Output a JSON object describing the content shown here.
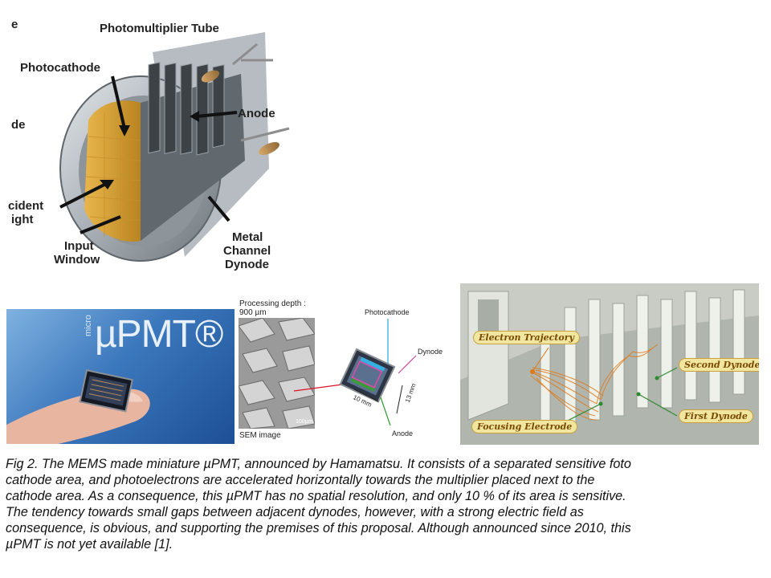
{
  "pmt": {
    "title": "Photomultiplier Tube",
    "photocathode": "Photocathode",
    "anode": "Anode",
    "incident_light": [
      "cident",
      "ight"
    ],
    "input_window": [
      "Input",
      "Window"
    ],
    "metal_channel_dynode": [
      "Metal",
      "Channel",
      "Dynode"
    ],
    "cut_left": [
      "e",
      "de"
    ]
  },
  "upmt_photo": {
    "prefix": "micro",
    "logo": "µPMT®"
  },
  "sem": {
    "depth_label": [
      "Processing depth :",
      "900 µm"
    ],
    "sem_image": "SEM image",
    "scale_bar": "100µm",
    "photocathode": "Photocathode",
    "dynode": "Dynode",
    "anode": "Anode",
    "dim_x": "10 mm",
    "dim_y": "13 mm"
  },
  "trajectory": {
    "electron_trajectory": "Electron Trajectory",
    "second_dynode": "Second Dynode",
    "focusing_electrode": "Focusing Electrode",
    "first_dynode": "First Dynode"
  },
  "caption": {
    "lines": [
      "Fig 2. The MEMS made miniature µPMT, announced by Hamamatsu. It consists of a separated sensitive foto",
      "cathode area, and photoelectrons are accelerated horizontally towards the multiplier placed next to the",
      "cathode area. As a consequence, this µPMT has no spatial resolution, and only 10 % of its area is sensitive.",
      "The tendency towards small gaps between adjacent dynodes, however, with a strong electric field as",
      "consequence, is obvious, and supporting the premises of this proposal. Although announced since 2010, this",
      "µPMT is not yet available [1]."
    ]
  }
}
